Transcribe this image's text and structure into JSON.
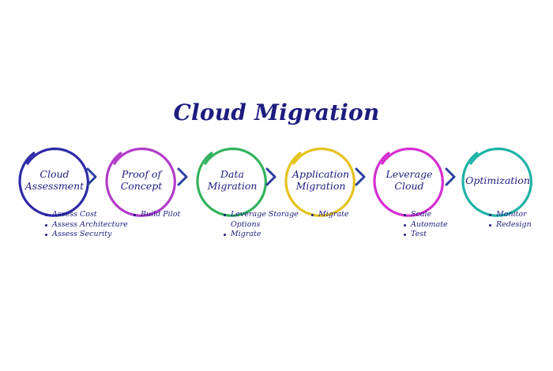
{
  "title": "Cloud Migration",
  "stages": [
    {
      "line1": "Cloud",
      "line2": "Assessment",
      "color": "#2e2aa8",
      "bullets": [
        "Assess Cost",
        "Assess Architecture",
        "Assess Security"
      ]
    },
    {
      "line1": "Proof of",
      "line2": "Concept",
      "color": "#b23cc9",
      "bullets": [
        "Build Pilot"
      ]
    },
    {
      "line1": "Data",
      "line2": "Migration",
      "color": "#33b35e",
      "bullets": [
        "Leverage Storage",
        "Options",
        "Migrate"
      ]
    },
    {
      "line1": "Application",
      "line2": "Migration",
      "color": "#e6c21e",
      "bullets": [
        "Migrate"
      ]
    },
    {
      "line1": "Leverage",
      "line2": "Cloud",
      "color": "#d52fd0",
      "bullets": [
        "Scale",
        "Automate",
        "Test"
      ]
    },
    {
      "line1": "Optimization",
      "line2": "",
      "color": "#1fb2a6",
      "bullets": [
        "Monitor",
        "Redesign"
      ]
    }
  ],
  "colors": {
    "text": "#1d1d7f",
    "arrow": "#2a3f9e"
  },
  "icons": {
    "arrow": "chevron-right-icon"
  }
}
